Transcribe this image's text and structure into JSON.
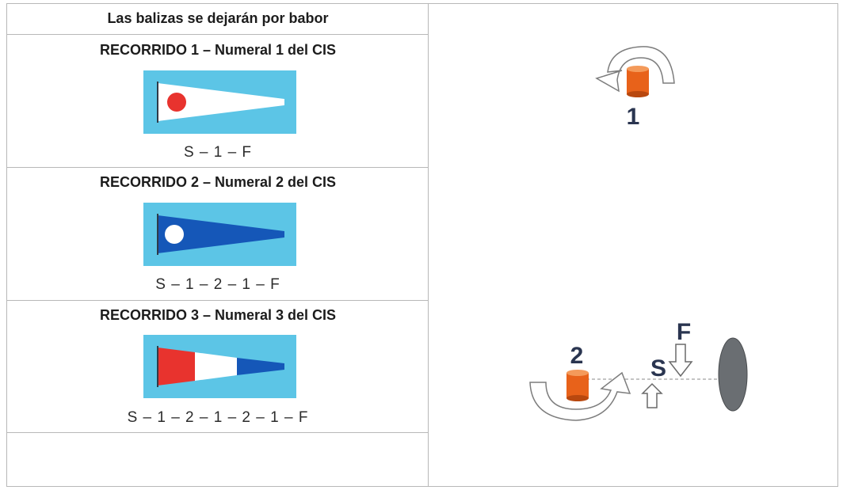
{
  "header": {
    "title": "Las balizas se dejarán por babor"
  },
  "routes": [
    {
      "title": "RECORRIDO 1 – Numeral 1 del CIS",
      "sequence": "S – 1 – F",
      "flag": "numeral-1-pennant"
    },
    {
      "title": "RECORRIDO 2 – Numeral 2 del CIS",
      "sequence": "S – 1 – 2 – 1 – F",
      "flag": "numeral-2-pennant"
    },
    {
      "title": "RECORRIDO 3 – Numeral 3 del CIS",
      "sequence": "S – 1 – 2 – 1 – 2 – 1 – F",
      "flag": "numeral-3-pennant"
    }
  ],
  "diagram": {
    "buoy1_label": "1",
    "buoy2_label": "2",
    "start_label": "S",
    "finish_label": "F"
  },
  "colors": {
    "flag_background": "#5cc5e6",
    "pennant_red": "#e8332e",
    "pennant_blue": "#1557b8",
    "buoy_orange": "#e8621a",
    "committee_boat_grey": "#6a6e72",
    "label_dark": "#2a3550"
  }
}
